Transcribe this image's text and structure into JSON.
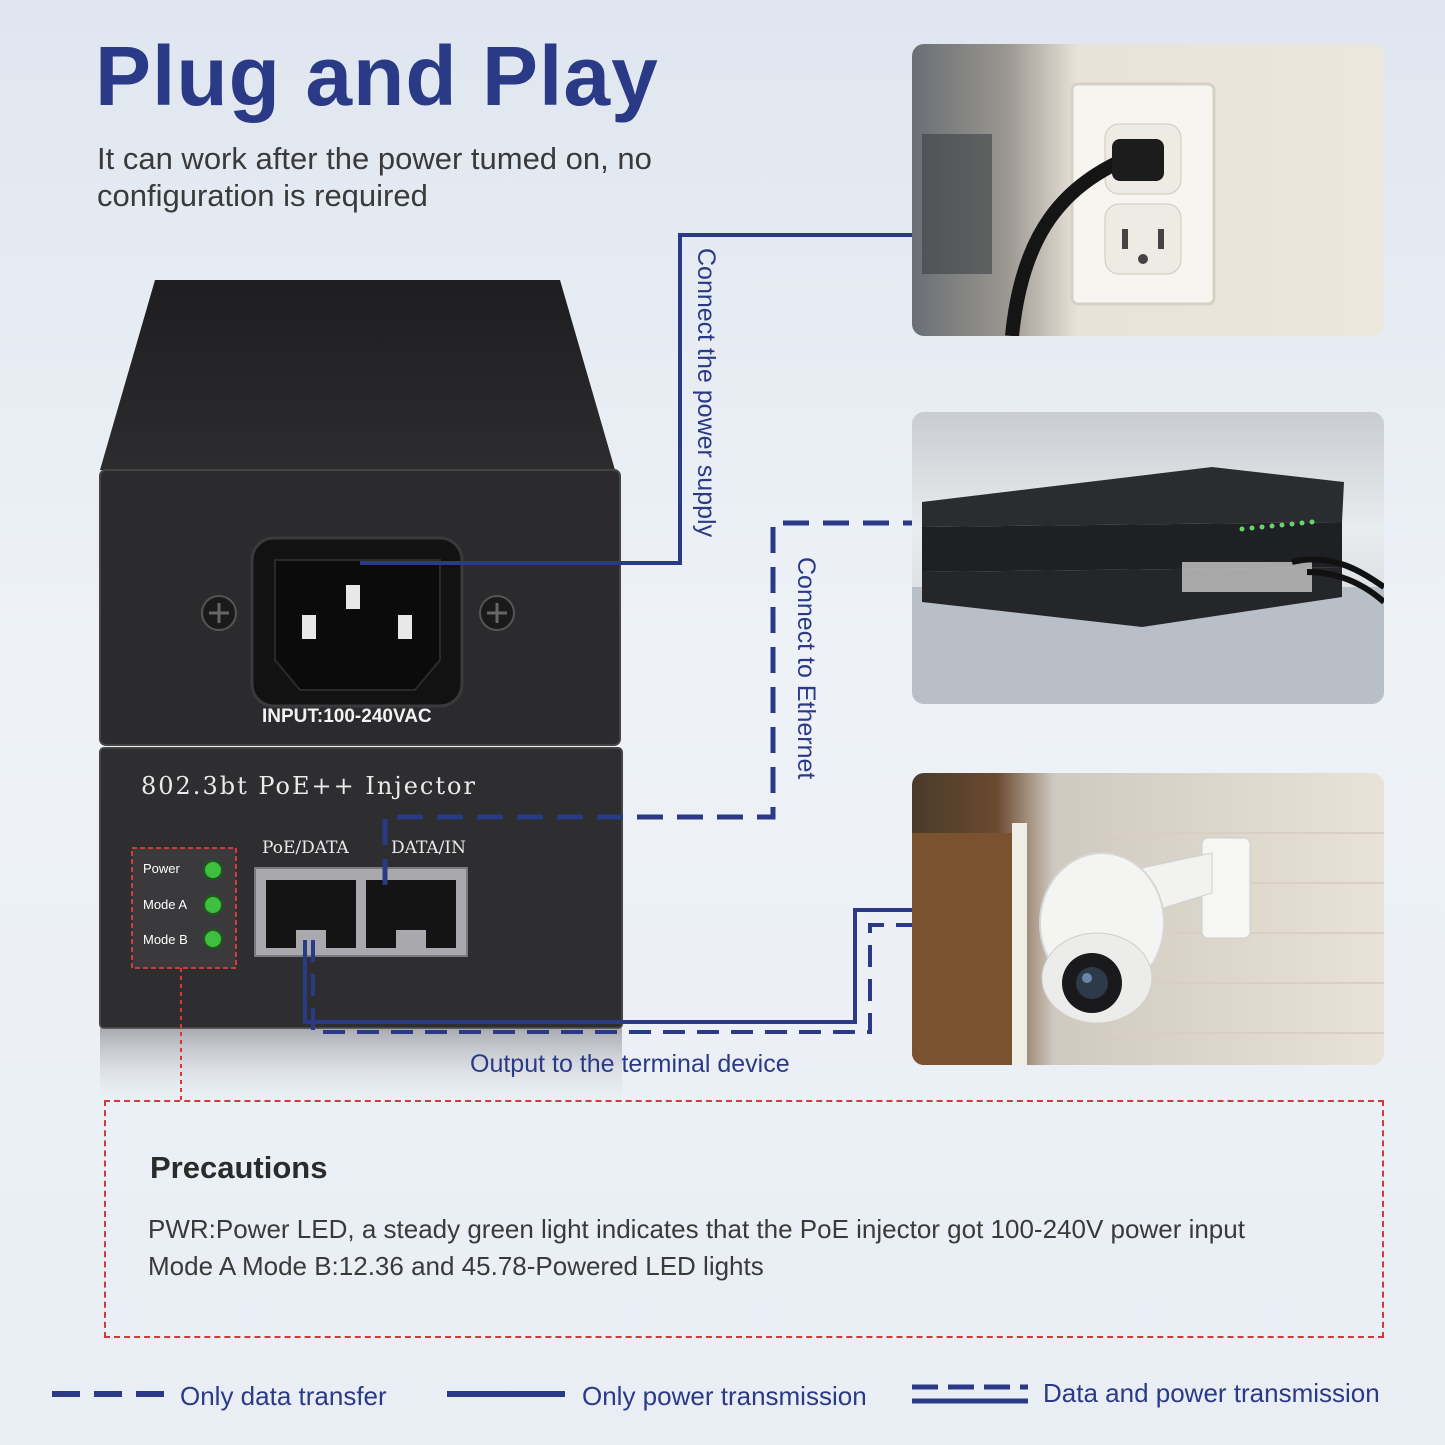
{
  "title": "Plug and Play",
  "subtitle": "It can work after the power tumed on, no configuration is required",
  "device": {
    "input_label": "INPUT:100-240VAC",
    "name": "802.3bt PoE++ Injector",
    "ports": [
      "PoE/DATA",
      "DATA/IN"
    ],
    "leds": [
      "Power",
      "Mode A",
      "Mode B"
    ],
    "led_color": "#3fbf3f"
  },
  "connections": {
    "power_supply": "Connect the power supply",
    "ethernet": "Connect to Ethernet",
    "terminal": "Output to the terminal device"
  },
  "photos": {
    "outlet": "wall-outlet-photo",
    "switch": "network-switch-photo",
    "camera": "ptz-camera-photo"
  },
  "precautions": {
    "title": "Precautions",
    "lines": [
      "PWR:Power LED, a steady green light indicates that the PoE injector got 100-240V power input",
      "Mode A Mode B:12.36 and 45.78-Powered LED lights"
    ]
  },
  "legend": [
    {
      "label": "Only data transfer",
      "style": "dashed"
    },
    {
      "label": "Only power transmission",
      "style": "solid"
    },
    {
      "label": "Data and power transmission",
      "style": "double"
    }
  ],
  "colors": {
    "accent": "#2a3a86",
    "precaution_border": "#cf3a3a"
  }
}
